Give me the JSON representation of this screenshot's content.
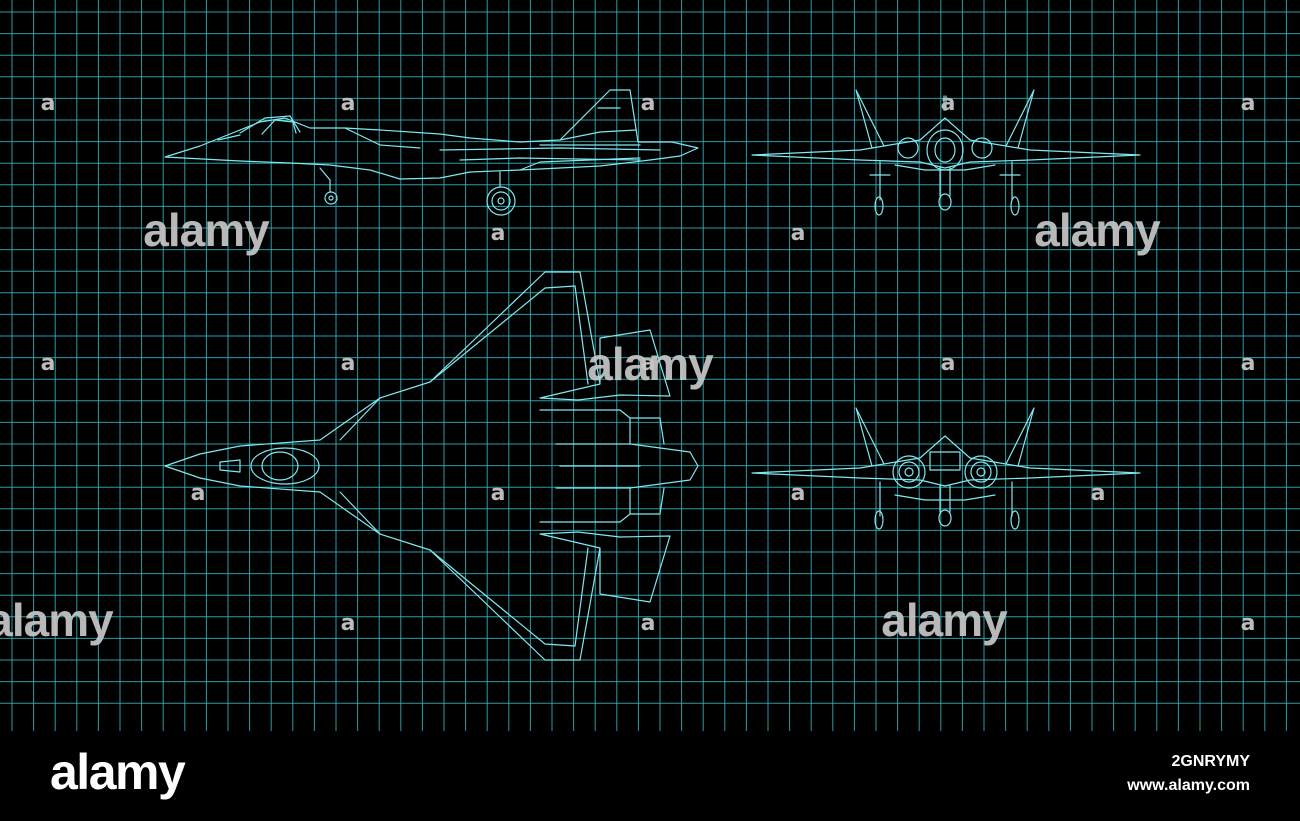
{
  "colors": {
    "background": "#000000",
    "grid": "#2fb9c4",
    "outline": "#7fe9f0",
    "watermark": "#c8c8c8"
  },
  "watermark": {
    "logo_text": "alamy",
    "small_mark": "a"
  },
  "views": [
    "side-view",
    "top-view",
    "front-view",
    "rear-view"
  ],
  "footer": {
    "logo": "alamy",
    "image_id": "2GNRYMY",
    "site": "www.alamy.com"
  }
}
